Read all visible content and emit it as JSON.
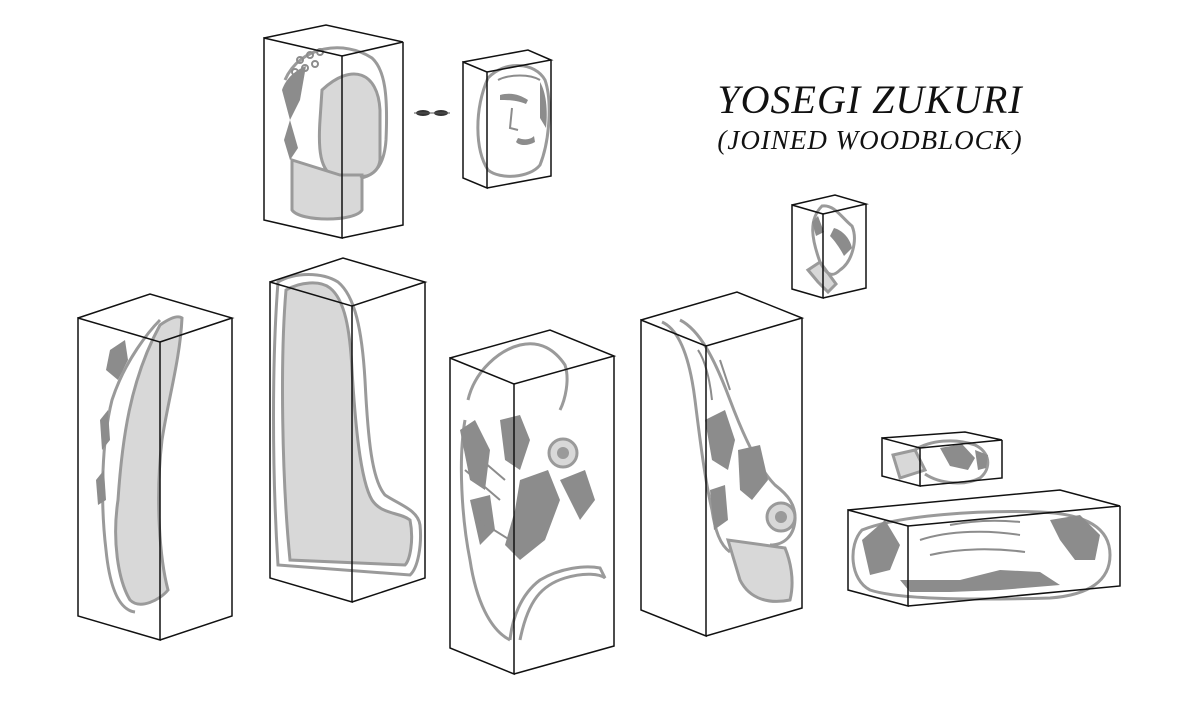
{
  "title": {
    "main": "YOSEGI ZUKURI",
    "sub": "(JOINED WOODBLOCK)"
  },
  "blocks": [
    {
      "id": "head-block",
      "content": "hollowed-back-of-head"
    },
    {
      "id": "face-block",
      "content": "face-mask"
    },
    {
      "id": "hand-block",
      "content": "raised-hand"
    },
    {
      "id": "left-side-block",
      "content": "left-side-torso"
    },
    {
      "id": "back-block",
      "content": "back-torso"
    },
    {
      "id": "front-left-block",
      "content": "front-torso-with-arm"
    },
    {
      "id": "front-right-block",
      "content": "right-torso-with-arm"
    },
    {
      "id": "small-hand-block",
      "content": "resting-hand"
    },
    {
      "id": "lap-block",
      "content": "lap-and-legs"
    }
  ],
  "colors": {
    "edge": "#111111",
    "wood_fill": "#d8d8d8",
    "outline": "#9a9a9a",
    "shading": "#8c8c8c"
  }
}
